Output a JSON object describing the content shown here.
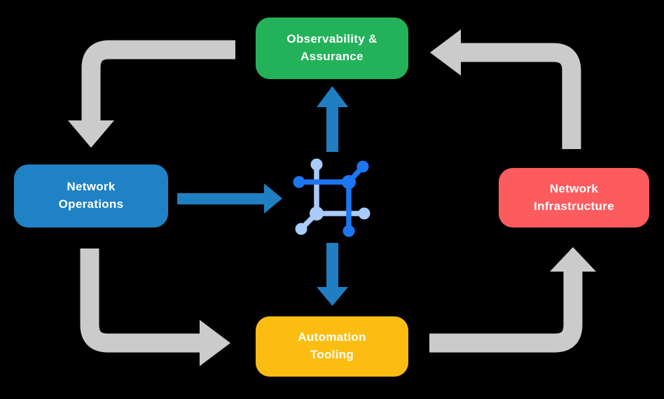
{
  "background": "#000000",
  "colors": {
    "green": "#23B25A",
    "blue": "#1F82C4",
    "red": "#FD5C5F",
    "yellow": "#FCBD13",
    "gray_arrow": "#CBCBCB",
    "blue_arrow": "#1F7FC2",
    "icon_dark_blue": "#1D76F2",
    "icon_light_blue": "#A9CBF9",
    "label_text": "#FFFFFF"
  },
  "nodes": {
    "observability": {
      "label": "Observability &\nAssurance"
    },
    "operations": {
      "label": "Network\nOperations"
    },
    "infrastructure": {
      "label": "Network\nInfrastructure"
    },
    "automation": {
      "label": "Automation\nTooling"
    }
  },
  "center_icon": {
    "name": "network-fabric-icon"
  },
  "edges": [
    {
      "from": "observability",
      "to": "operations",
      "style": "gray-elbow",
      "direction": "left-then-down"
    },
    {
      "from": "infrastructure",
      "to": "observability",
      "style": "gray-elbow",
      "direction": "up-then-left"
    },
    {
      "from": "operations",
      "to": "automation",
      "style": "gray-elbow",
      "direction": "down-then-right"
    },
    {
      "from": "automation",
      "to": "infrastructure",
      "style": "gray-elbow",
      "direction": "right-then-up"
    },
    {
      "from": "operations",
      "to": "center-icon",
      "style": "blue-straight",
      "direction": "right"
    },
    {
      "from": "center-icon",
      "to": "observability",
      "style": "blue-straight",
      "direction": "up"
    },
    {
      "from": "center-icon",
      "to": "automation",
      "style": "blue-straight",
      "direction": "down"
    }
  ]
}
